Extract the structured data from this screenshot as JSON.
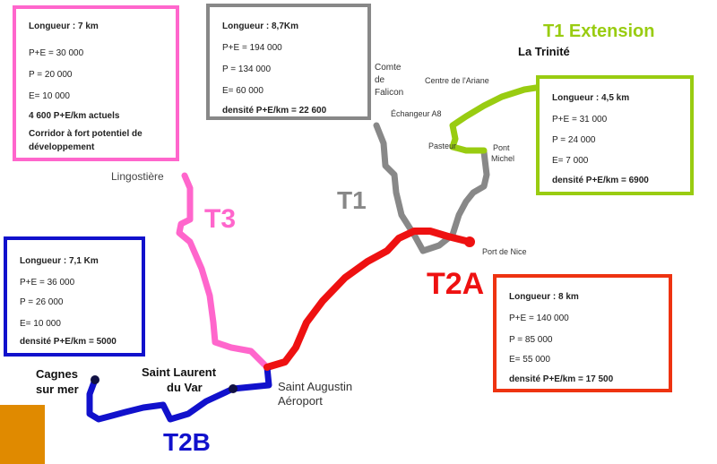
{
  "colors": {
    "t1": "#888888",
    "t1_extension": "#99cc11",
    "t2a": "#ee1111",
    "t2b": "#1111cc",
    "t3": "#ff66cc",
    "corner_square": "#e08a00"
  },
  "lines": {
    "t1": "T1",
    "t1_extension": "T1 Extension",
    "t2a": "T2A",
    "t2b": "T2B",
    "t3": "T3"
  },
  "places": {
    "la_trinite": "La Trinité",
    "comte_de_falicon": [
      "Comte",
      "de",
      "Falicon"
    ],
    "centre_ariane": "Centre de l'Ariane",
    "echangeur_a8": "Échangeur A8",
    "pasteur": "Pasteur",
    "pont_michel": [
      "Pont",
      "Michel"
    ],
    "lingostiere": "Lingostière",
    "port_de_nice": "Port de Nice",
    "cagnes_sur_mer": [
      "Cagnes",
      "sur mer"
    ],
    "saint_laurent_du_var": [
      "Saint Laurent",
      "du Var"
    ],
    "saint_augustin_aeroport": [
      "Saint Augustin",
      "Aéroport"
    ]
  },
  "boxes": {
    "t3": [
      "Longueur : 7 km",
      "P+E = 30 000",
      "P = 20 000",
      "E= 10 000",
      "4 600  P+E/km actuels",
      "Corridor à fort potentiel de",
      "développement"
    ],
    "t1": [
      "Longueur : 8,7Km",
      "P+E = 194 000",
      "P = 134 000",
      "E= 60 000",
      "densité P+E/km = 22 600"
    ],
    "t1_extension": [
      "Longueur : 4,5 km",
      "P+E = 31 000",
      "P = 24 000",
      "E= 7 000",
      "densité P+E/km = 6900"
    ],
    "t2b": [
      "Longueur : 7,1 Km",
      "P+E = 36 000",
      "P = 26 000",
      "E= 10 000",
      "densité P+E/km = 5000"
    ],
    "t2a": [
      "Longueur : 8 km",
      "P+E = 140 000",
      "P = 85 000",
      "E= 55 000",
      "densité P+E/km = 17 500"
    ]
  }
}
